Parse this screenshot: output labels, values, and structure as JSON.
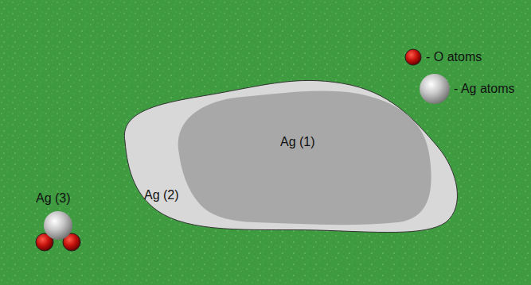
{
  "diagram": {
    "nodes": [
      {
        "text": [
          "Ag (2)"
        ]
      },
      {
        "text": [
          "Ag (1)"
        ],
        "in": 0
      },
      {
        "text": [
          "Ag (3)"
        ]
      }
    ],
    "legend": [
      {
        "text": "- O atoms"
      },
      {
        "text": "- Ag atoms"
      }
    ]
  }
}
